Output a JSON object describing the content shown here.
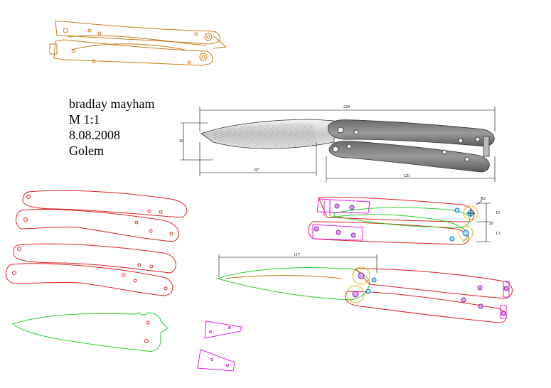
{
  "title_block": {
    "author": "bradlay mayham",
    "scale": "M 1:1",
    "date": "8.08.2008",
    "name": "Golem"
  },
  "dimensions": {
    "overall_length": "220",
    "blade_height": "26",
    "blade_length": "87",
    "handle_length": "120",
    "pivot_radius": "R2",
    "top_dim_a": "13",
    "top_dim_b": "26",
    "top_dim_c": "13",
    "blade_profile_length": "117"
  },
  "colors": {
    "outline_red": "#e02020",
    "blade_green": "#2ccc2c",
    "spacer_magenta": "#e020e0",
    "preview_orange": "#c87a1a",
    "pivot_cyan": "#20a0e0",
    "pin_gold": "#d4c020",
    "handle_gray": "#8a8a8a"
  }
}
